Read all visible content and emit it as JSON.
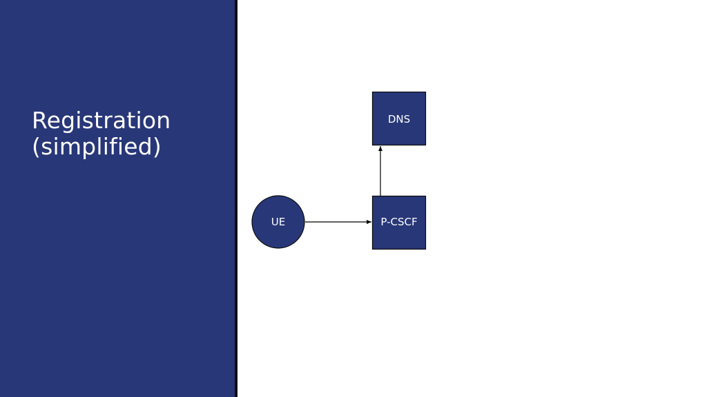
{
  "slide": {
    "title_line1": "Registration",
    "title_line2": "(simplified)"
  },
  "diagram": {
    "nodes": [
      {
        "id": "ue",
        "label": "UE",
        "shape": "circle"
      },
      {
        "id": "pcscf",
        "label": "P-CSCF",
        "shape": "square"
      },
      {
        "id": "dns",
        "label": "DNS",
        "shape": "square"
      }
    ],
    "edges": [
      {
        "from": "ue",
        "to": "pcscf"
      },
      {
        "from": "pcscf",
        "to": "dns"
      }
    ]
  },
  "colors": {
    "sidebar": "#283778",
    "node_fill": "#283778",
    "node_stroke": "#0a0a0a",
    "edge": "#000000"
  }
}
